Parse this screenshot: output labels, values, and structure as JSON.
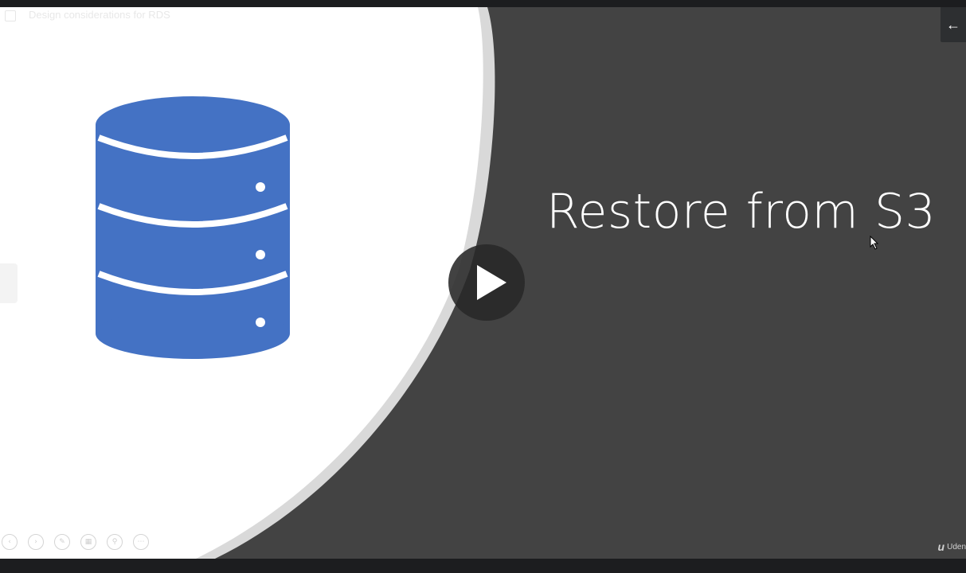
{
  "slide": {
    "title": "Restore from S3",
    "faint_header": "Design considerations for RDS"
  },
  "player": {
    "back_icon": "arrow-left-icon",
    "back_glyph": "←",
    "play_icon": "play-icon",
    "controls": [
      {
        "name": "previous-slide-button",
        "icon": "chevron-left-icon",
        "glyph": "‹"
      },
      {
        "name": "next-slide-button",
        "icon": "chevron-right-icon",
        "glyph": "›"
      },
      {
        "name": "pen-tool-button",
        "icon": "pen-icon",
        "glyph": "✎"
      },
      {
        "name": "slides-grid-button",
        "icon": "grid-icon",
        "glyph": "▦"
      },
      {
        "name": "zoom-button",
        "icon": "magnifier-icon",
        "glyph": "⚲"
      },
      {
        "name": "more-options-button",
        "icon": "ellipsis-icon",
        "glyph": "⋯"
      }
    ]
  },
  "brand": {
    "mark": "u",
    "text": "Uden"
  },
  "colors": {
    "database_blue": "#4472c4",
    "slide_dark": "#434343",
    "slide_white": "#ffffff",
    "arc_grey": "#d9d9d9",
    "chrome": "#1c1d1f"
  }
}
